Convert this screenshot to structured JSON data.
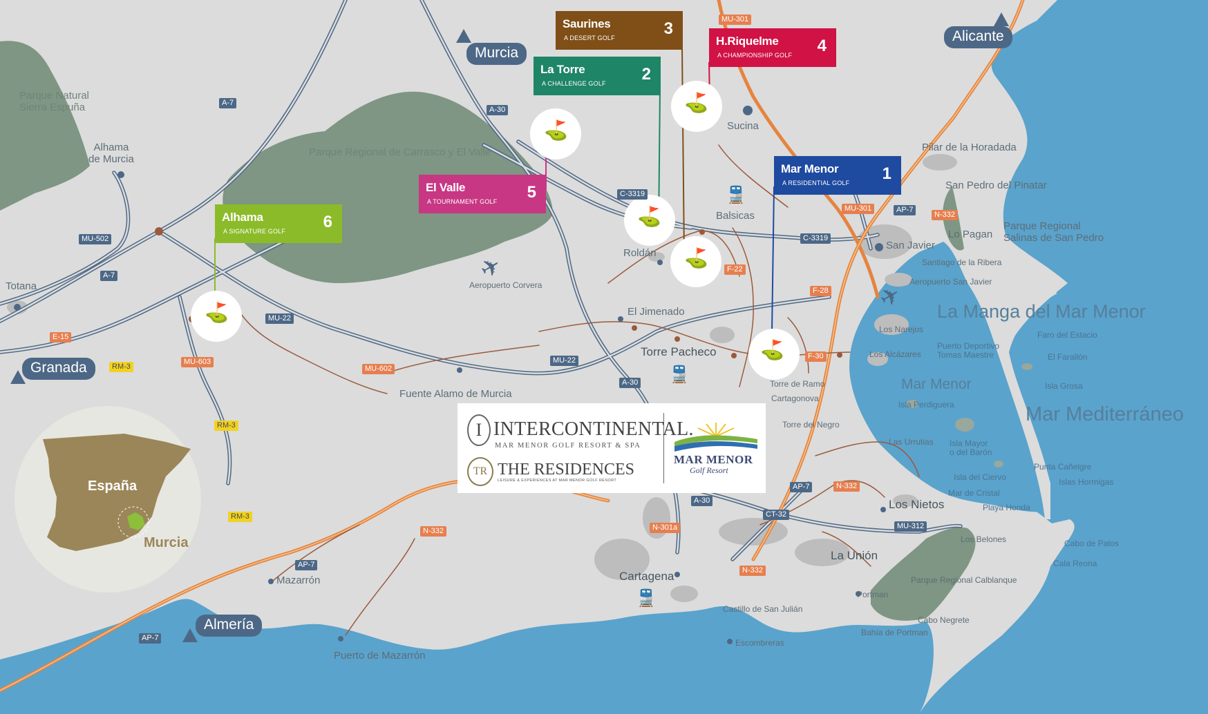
{
  "colors": {
    "sea": "#5aa3cc",
    "land": "#dcdcdc",
    "park": "#7e9683",
    "road_blue": "#4d6886",
    "road_orange": "#e5843f",
    "road_brown": "#9b5a3c",
    "inset_circle": "#e7e7e1",
    "inset_spain": "#9b8659",
    "inset_murcia": "#8dbf3b",
    "city_marker": "#4d6886"
  },
  "cities": {
    "murcia": "Murcia",
    "alicante": "Alicante",
    "granada": "Granada",
    "almeria": "Almería"
  },
  "places": {
    "parque_natural": "Parque Natural\nSierra Espuña",
    "alhama_de_murcia": "Alhama\nde Murcia",
    "totana": "Totana",
    "parque_carrasco": "Parque Regional de Carrasco y El Valle",
    "aeropuerto": "Aeropuerto Corvera",
    "sucina": "Sucina",
    "balsicas": "Balsicas",
    "roldan": "Roldán",
    "el_jimenado": "El Jimenado",
    "torre_pacheco": "Torre Pacheco",
    "fuente_alamo": "Fuente Alamo de Murcia",
    "pilar": "Pilar de la Horadada",
    "san_pedro": "San Pedro del Pinatar",
    "san_javier": "San Javier",
    "lo_pagan": "Lo Pagan",
    "parque_salinas": "Parque Regional\nSalinas de San Pedro",
    "santiago": "Santiago de la Ribera",
    "aeropuerto_sj": "Aeropuerto San Javier",
    "la_manga": "La Manga del Mar Menor",
    "los_narejos": "Los Narejos",
    "los_alcazares": "Los Alcázares",
    "puerto_deportivo": "Puerto Deportivo\nTomas Maestre",
    "faro": "Faro del Estacio",
    "el_farallon": "El Farallón",
    "isla_grosa": "Isla Grosa",
    "mar_menor": "Mar Menor",
    "isla_perdiguera": "Isla Perdiguera",
    "mar_mediterraneo": "Mar Mediterráneo",
    "torre_de_ramo": "Torre de Ramo",
    "cartagonova": "Cartagonova",
    "torre_del_negro": "Torre del Negro",
    "las_urrutias": "Las Urrutias",
    "isla_mayor": "Isla Mayor\no del Barón",
    "isla_del_ciervo": "Isla del Ciervo",
    "mar_de_cristal": "Mar de Cristal",
    "playa_honda": "Playa Honda",
    "punta_cañelgre": "Punta Cañelgre",
    "islas_hormigas": "Islas Hormigas",
    "los_nietos": "Los Nietos",
    "los_belones": "Los Belones",
    "cabo_de_palos": "Cabo de Palos",
    "cala_reona": "Cala Reona",
    "la_union": "La Unión",
    "parque_calblanque": "Parque Regional Calblanque",
    "portman": "Portman",
    "cabo_negrete": "Cabo Negrete",
    "bahia_portman": "Bahía de  Portman",
    "cartagena": "Cartagena",
    "castillo": "Castillo de San Julián",
    "escombreras": "Escombreras",
    "mazarron": "Mazarrón",
    "puerto_mazarron": "Puerto de Mazarrón"
  },
  "roads": {
    "a7_north": "A-7",
    "a30_north": "A-30",
    "mu301_north": "MU-301",
    "mu502": "MU-502",
    "a7_west": "A-7",
    "e15": "E-15",
    "rm3_a": "RM-3",
    "mu603": "MU-603",
    "mu22_west": "MU-22",
    "mu602": "MU-602",
    "mu22_mid": "MU-22",
    "c3319_a": "C-3319",
    "c3319_b": "C-3319",
    "f22": "F-22",
    "f28": "F-28",
    "f30": "F-30",
    "a30_mid": "A-30",
    "mu301_east": "MU-301",
    "ap7_east": "AP-7",
    "n332_east": "N-332",
    "rm3_b": "RM-3",
    "rm3_c": "RM-3",
    "n332_west": "N-332",
    "ap7_sw": "AP-7",
    "ap7_s": "AP-7",
    "n301a": "N-301a",
    "a30_s": "A-30",
    "ap7_mid": "AP-7",
    "ct32": "CT-32",
    "n332_se": "N-332",
    "n332_s": "N-332",
    "mu312": "MU-312"
  },
  "golf_courses": [
    {
      "name": "Mar Menor",
      "subtitle": "A RESIDENTIAL GOLF",
      "number": "1",
      "color": "#1e4aa0"
    },
    {
      "name": "La Torre",
      "subtitle": "A CHALLENGE GOLF",
      "number": "2",
      "color": "#1e8566"
    },
    {
      "name": "Saurines",
      "subtitle": "A DESERT GOLF",
      "number": "3",
      "color": "#7f4f17"
    },
    {
      "name": "H.Riquelme",
      "subtitle": "A CHAMPIONSHIP GOLF",
      "number": "4",
      "color": "#d11245"
    },
    {
      "name": "El Valle",
      "subtitle": "A TOURNAMENT GOLF",
      "number": "5",
      "color": "#c73784"
    },
    {
      "name": "Alhama",
      "subtitle": "A SIGNATURE GOLF",
      "number": "6",
      "color": "#8cbb2a"
    }
  ],
  "inset": {
    "country": "España",
    "region": "Murcia"
  },
  "logos": {
    "intercontinental": "INTERCONTINENTAL.",
    "intercontinental_sub": "MAR MENOR GOLF RESORT & SPA",
    "residences": "THE RESIDENCES",
    "residences_sub": "LEISURE & EXPERIENCES AT MAR MENOR GOLF RESORT",
    "marmenor": "MAR MENOR",
    "marmenor_sub": "Golf Resort",
    "ic_letter": "I",
    "res_letter": "TR"
  }
}
